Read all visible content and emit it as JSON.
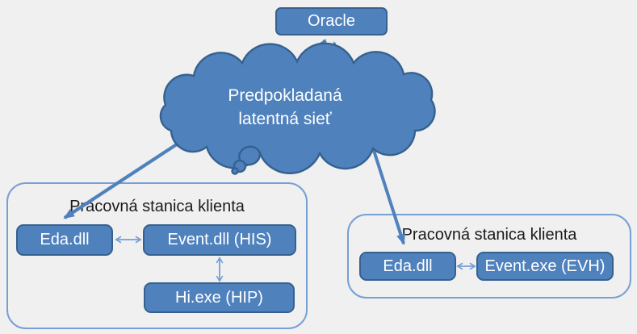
{
  "colors": {
    "bg": "#f0f0f0",
    "node_fill": "#4f81bd",
    "node_border": "#36618f",
    "node_text": "#ffffff",
    "container_border": "#76a0d4",
    "arrow": "#4f81bd",
    "connector": "#759fd4",
    "title_text": "#1b1b1b"
  },
  "diagram": {
    "oracle": {
      "label": "Oracle"
    },
    "cloud": {
      "line1": "Predpokladaná",
      "line2": "latentná sieť"
    },
    "left_station": {
      "title": "Pracovná stanica klienta",
      "nodes": {
        "eda": "Eda.dll",
        "event": "Event.dll (HIS)",
        "hi": "Hi.exe (HIP)"
      }
    },
    "right_station": {
      "title": "Pracovná stanica klienta",
      "nodes": {
        "eda": "Eda.dll",
        "event": "Event.exe (EVH)"
      }
    }
  }
}
